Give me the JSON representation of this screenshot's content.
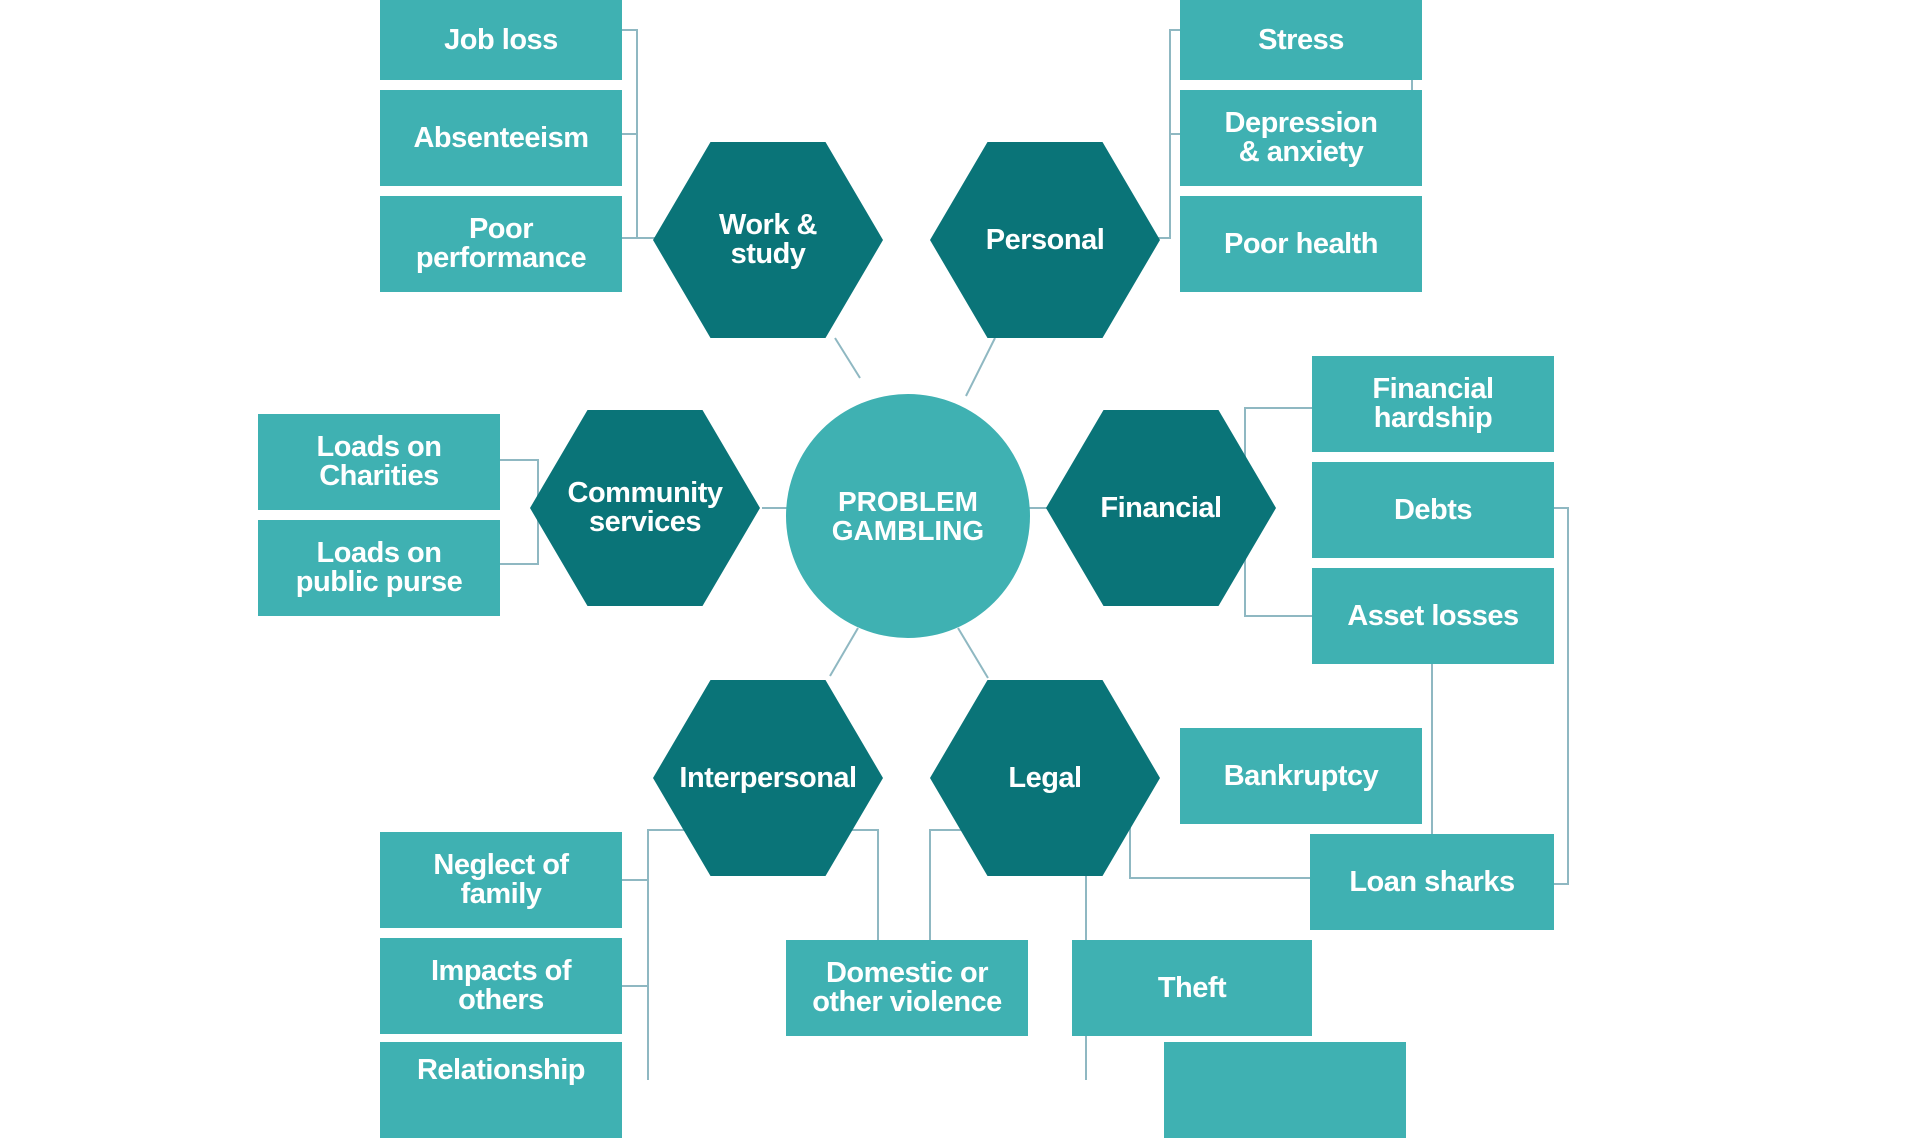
{
  "center": {
    "label": "PROBLEM\nGAMBLING"
  },
  "categories": {
    "work_study": "Work &\nstudy",
    "personal": "Personal",
    "community": "Community\nservices",
    "financial": "Financial",
    "interpersonal": "Interpersonal",
    "legal": "Legal"
  },
  "work_study_items": [
    "Job loss",
    "Absenteeism",
    "Poor\nperformance"
  ],
  "personal_items": [
    "Stress",
    "Depression\n& anxiety",
    "Poor health"
  ],
  "community_items": [
    "Loads on\nCharities",
    "Loads on\npublic purse"
  ],
  "financial_items": [
    "Financial\nhardship",
    "Debts",
    "Asset losses"
  ],
  "legal_items": [
    "Bankruptcy",
    "Loan sharks",
    "Theft"
  ],
  "shared_items": {
    "domestic_violence": "Domestic or\nother violence"
  },
  "interpersonal_items": [
    "Neglect of\nfamily",
    "Impacts of\nothers",
    "Relationship"
  ],
  "colors": {
    "hexagon": "#0a7478",
    "box": "#3fb1b2",
    "center": "#3fb1b2",
    "connector": "#8fb8c2"
  }
}
